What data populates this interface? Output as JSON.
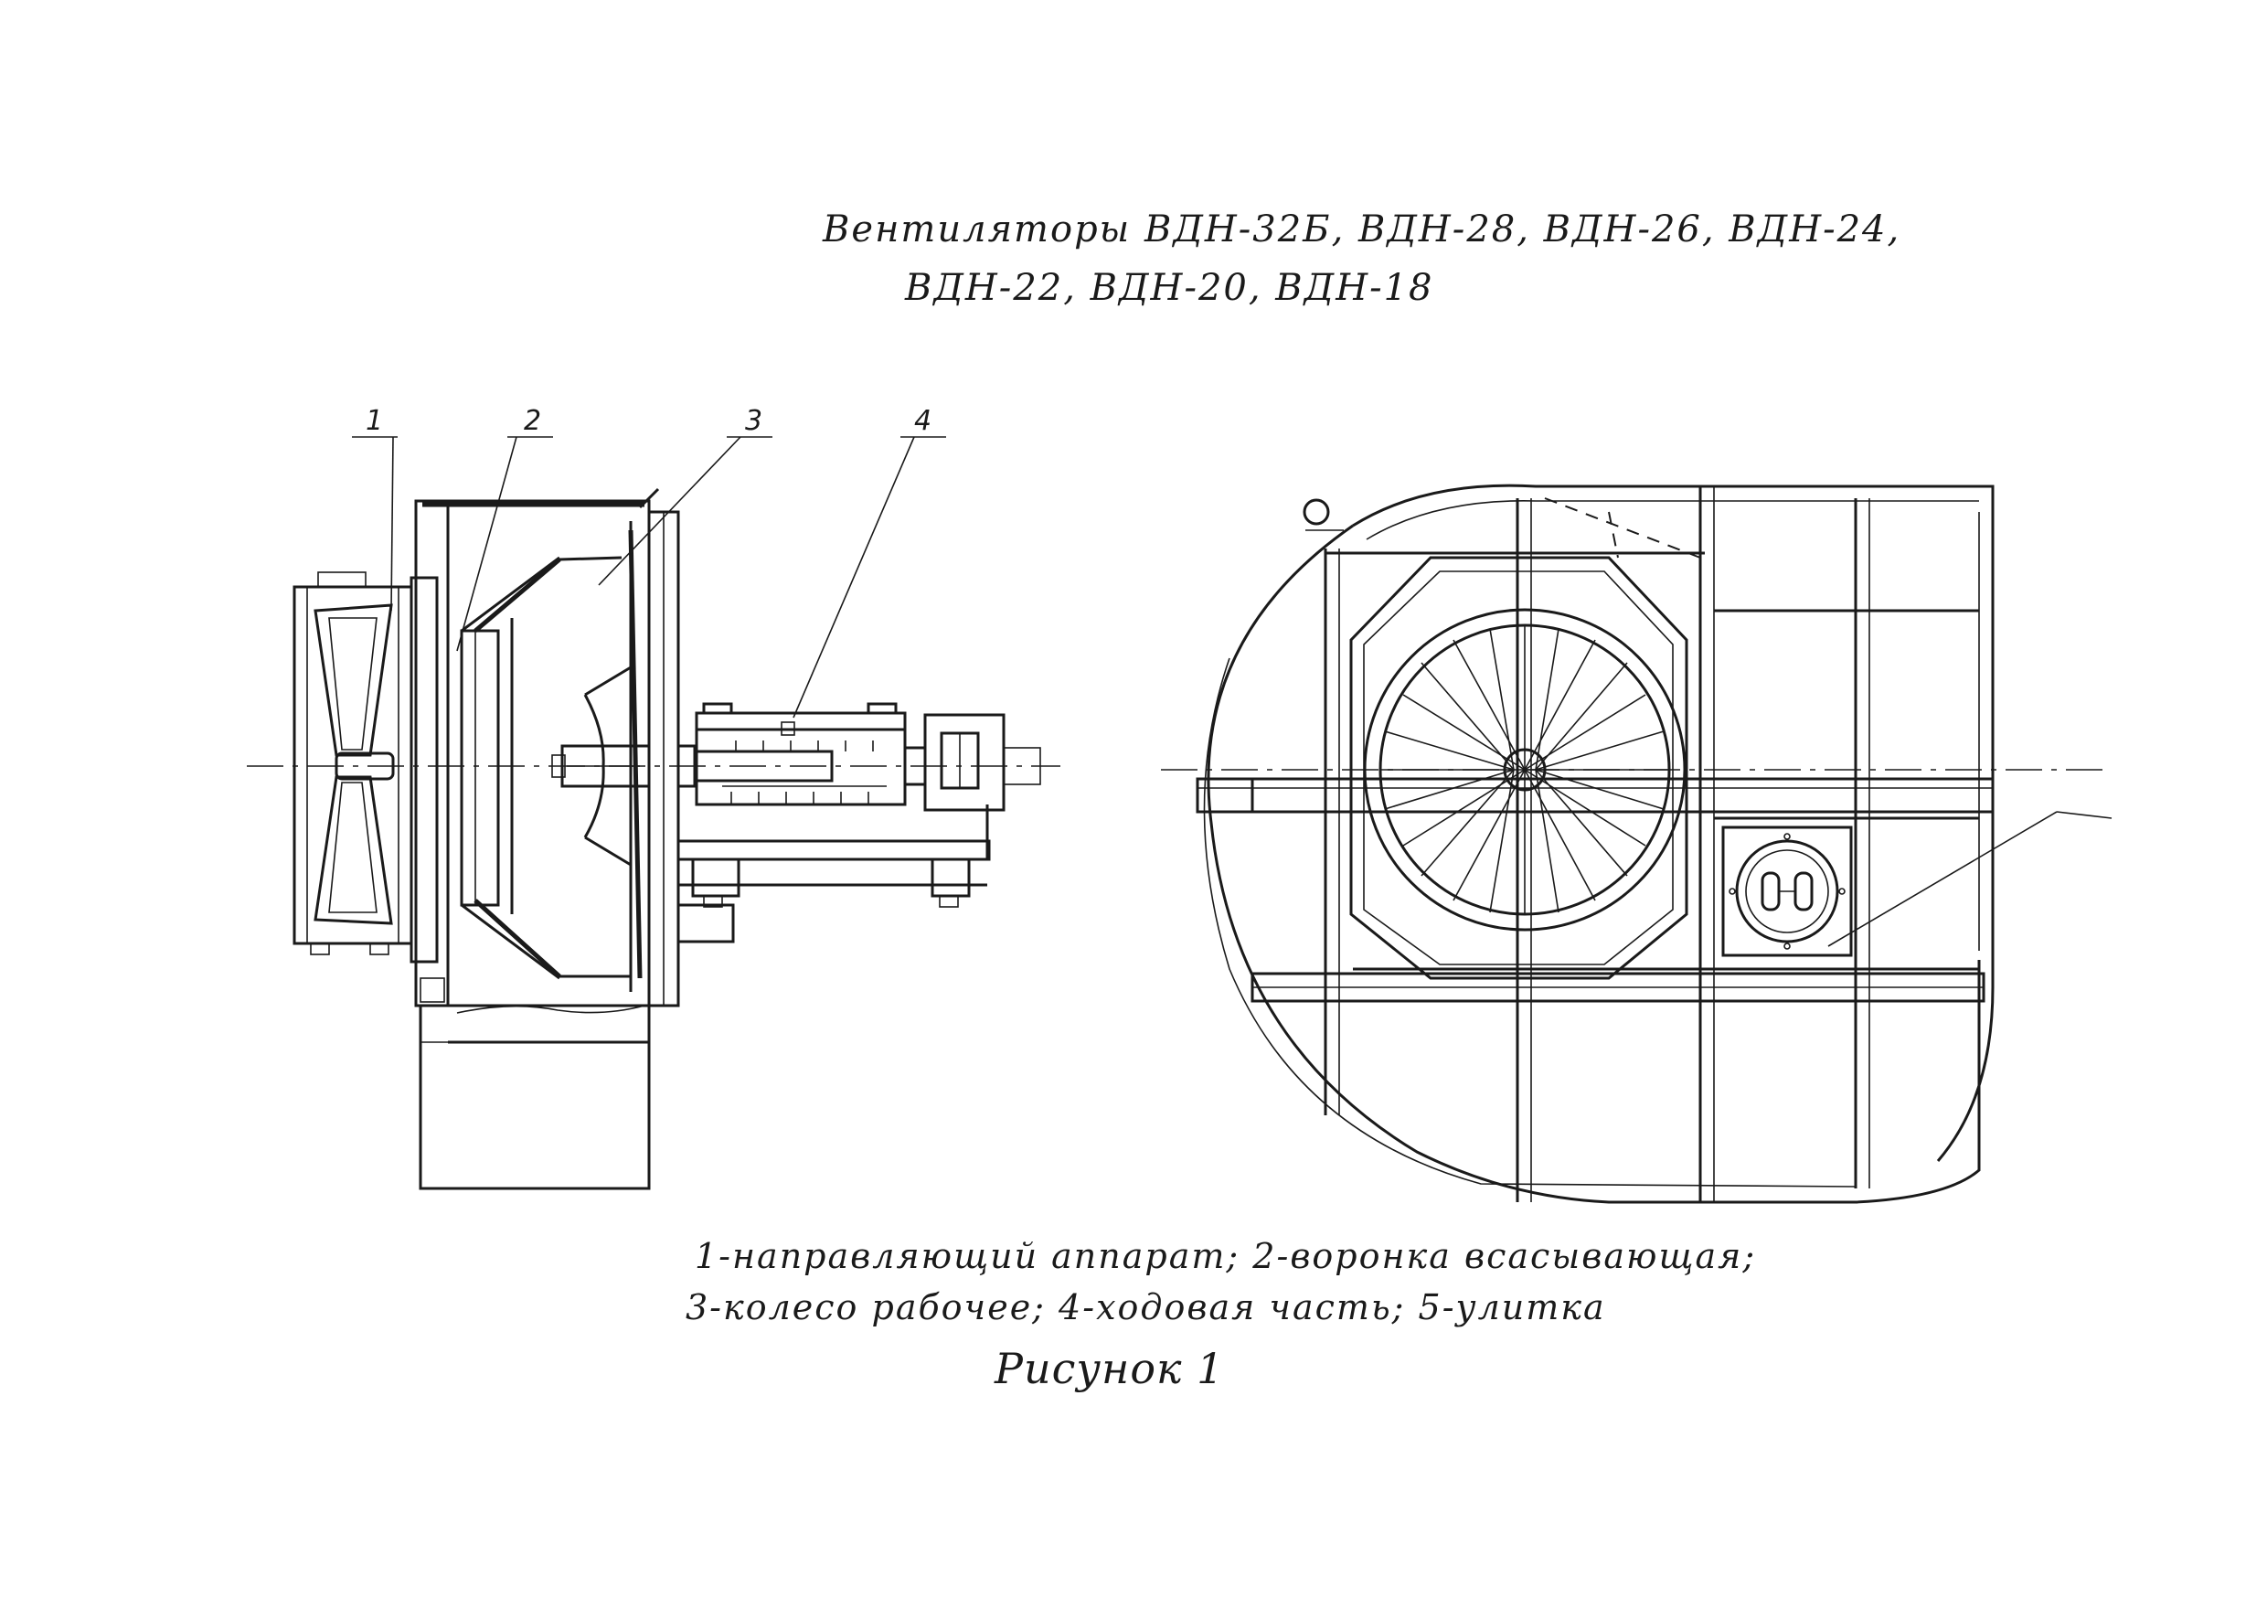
{
  "title": {
    "line1": "Вентиляторы ВДН-32Б, ВДН-28, ВДН-26, ВДН-24,",
    "line2": "ВДН-22, ВДН-20, ВДН-18"
  },
  "callouts": [
    "1",
    "2",
    "3",
    "4"
  ],
  "legend": {
    "line1": "1-направляющий аппарат; 2-воронка всасывающая;",
    "line2": "3-колесо рабочее; 4-ходовая часть; 5-улитка"
  },
  "figure_caption": "Рисунок 1"
}
